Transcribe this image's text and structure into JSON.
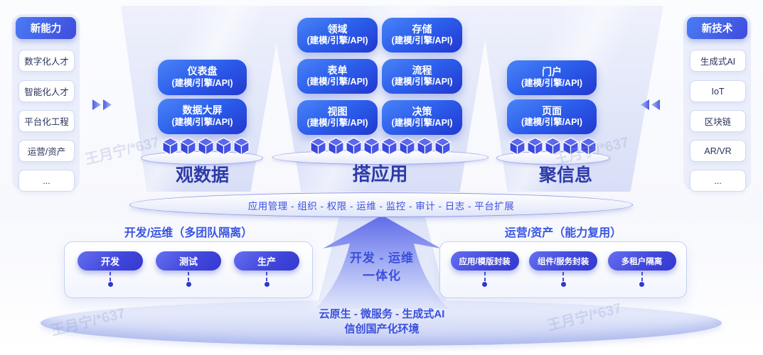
{
  "watermark": "王月宁/*637",
  "left_sidebar": {
    "header": "新能力",
    "items": [
      "数字化人才",
      "智能化人才",
      "平台化工程",
      "运营/资产",
      "..."
    ]
  },
  "right_sidebar": {
    "header": "新技术",
    "items": [
      "生成式AI",
      "IoT",
      "区块链",
      "AR/VR",
      "..."
    ]
  },
  "funnels": [
    {
      "label": "观数据",
      "boxes": [
        {
          "title": "仪表盘",
          "sub": "(建模/引擎/API)"
        },
        {
          "title": "数据大屏",
          "sub": "(建模/引擎/API)"
        }
      ]
    },
    {
      "label": "搭应用",
      "boxes": [
        {
          "title": "领域",
          "sub": "(建模/引擎/API)"
        },
        {
          "title": "存储",
          "sub": "(建模/引擎/API)"
        },
        {
          "title": "表单",
          "sub": "(建模/引擎/API)"
        },
        {
          "title": "流程",
          "sub": "(建模/引擎/API)"
        },
        {
          "title": "视图",
          "sub": "(建模/引擎/API)"
        },
        {
          "title": "决策",
          "sub": "(建模/引擎/API)"
        }
      ]
    },
    {
      "label": "聚信息",
      "boxes": [
        {
          "title": "门户",
          "sub": "(建模/引擎/API)"
        },
        {
          "title": "页面",
          "sub": "(建模/引擎/API)"
        }
      ]
    }
  ],
  "platform_band": "应用管理 - 组织 - 权限 - 运维 - 监控 - 审计 - 日志 - 平台扩展",
  "devops_panel": {
    "title": "开发/运维（多团队隔离）",
    "pills": [
      "开发",
      "测试",
      "生产"
    ]
  },
  "ops_panel": {
    "title": "运营/资产（能力复用）",
    "pills": [
      "应用/模版封装",
      "组件/服务封装",
      "多租户隔离"
    ]
  },
  "center_arrow": {
    "line1": "开发 - 运维",
    "line2": "一体化"
  },
  "base": {
    "line1": "云原生 - 微服务 - 生成式AI",
    "line2": "信创国产化环境"
  },
  "colors": {
    "box_blue": "#2c5eec",
    "deep_indigo": "#2e3ba8",
    "label_blue": "#3a56e0",
    "band_text": "#3d52de"
  }
}
